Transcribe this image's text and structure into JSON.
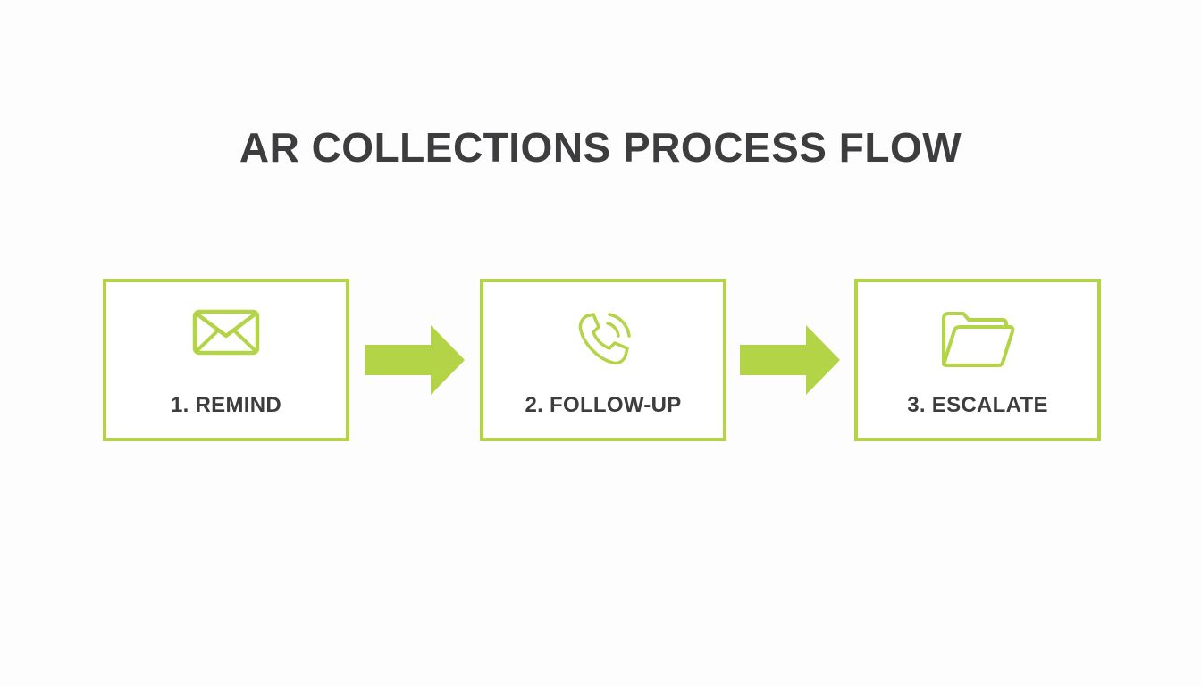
{
  "title": "AR COLLECTIONS PROCESS FLOW",
  "colors": {
    "accent": "#b3d446",
    "text": "#3d3d3f",
    "background": "#fdfdfd"
  },
  "steps": [
    {
      "label": "1. REMIND",
      "icon": "envelope-icon"
    },
    {
      "label": "2. FOLLOW-UP",
      "icon": "phone-icon"
    },
    {
      "label": "3. ESCALATE",
      "icon": "folder-icon"
    }
  ],
  "connectors": [
    {
      "from": "1. REMIND",
      "to": "2. FOLLOW-UP",
      "icon": "arrow-right-icon"
    },
    {
      "from": "2. FOLLOW-UP",
      "to": "3. ESCALATE",
      "icon": "arrow-right-icon"
    }
  ]
}
